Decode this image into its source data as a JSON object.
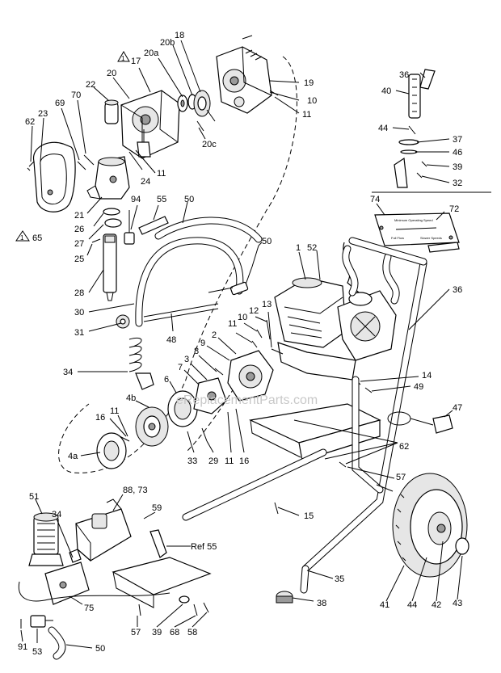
{
  "watermark": "eReplacementParts.com",
  "labels": [
    {
      "id": "62a",
      "text": "62"
    },
    {
      "id": "23",
      "text": "23"
    },
    {
      "id": "69",
      "text": "69"
    },
    {
      "id": "70",
      "text": "70"
    },
    {
      "id": "22",
      "text": "22"
    },
    {
      "id": "20",
      "text": "20"
    },
    {
      "id": "17",
      "text": "17"
    },
    {
      "id": "20a",
      "text": "20a"
    },
    {
      "id": "20b",
      "text": "20b"
    },
    {
      "id": "18",
      "text": "18"
    },
    {
      "id": "19",
      "text": "19"
    },
    {
      "id": "10a",
      "text": "10"
    },
    {
      "id": "11a",
      "text": "11"
    },
    {
      "id": "20c",
      "text": "20c"
    },
    {
      "id": "24",
      "text": "24"
    },
    {
      "id": "11b",
      "text": "11"
    },
    {
      "id": "21",
      "text": "21"
    },
    {
      "id": "65",
      "text": "65"
    },
    {
      "id": "26",
      "text": "26"
    },
    {
      "id": "27",
      "text": "27"
    },
    {
      "id": "25",
      "text": "25"
    },
    {
      "id": "94",
      "text": "94"
    },
    {
      "id": "55",
      "text": "55"
    },
    {
      "id": "50a",
      "text": "50"
    },
    {
      "id": "50b",
      "text": "50"
    },
    {
      "id": "28",
      "text": "28"
    },
    {
      "id": "30",
      "text": "30"
    },
    {
      "id": "31",
      "text": "31"
    },
    {
      "id": "48",
      "text": "48"
    },
    {
      "id": "34a",
      "text": "34"
    },
    {
      "id": "4b",
      "text": "4b"
    },
    {
      "id": "16a",
      "text": "16"
    },
    {
      "id": "11c",
      "text": "11"
    },
    {
      "id": "4a",
      "text": "4a"
    },
    {
      "id": "6",
      "text": "6"
    },
    {
      "id": "7",
      "text": "7"
    },
    {
      "id": "3",
      "text": "3"
    },
    {
      "id": "8",
      "text": "8"
    },
    {
      "id": "9",
      "text": "9"
    },
    {
      "id": "2",
      "text": "2"
    },
    {
      "id": "11d",
      "text": "11"
    },
    {
      "id": "10b",
      "text": "10"
    },
    {
      "id": "12",
      "text": "12"
    },
    {
      "id": "13",
      "text": "13"
    },
    {
      "id": "1",
      "text": "1"
    },
    {
      "id": "52",
      "text": "52"
    },
    {
      "id": "33",
      "text": "33"
    },
    {
      "id": "29",
      "text": "29"
    },
    {
      "id": "11e",
      "text": "11"
    },
    {
      "id": "16b",
      "text": "16"
    },
    {
      "id": "36a",
      "text": "36"
    },
    {
      "id": "40",
      "text": "40"
    },
    {
      "id": "44a",
      "text": "44"
    },
    {
      "id": "37",
      "text": "37"
    },
    {
      "id": "46",
      "text": "46"
    },
    {
      "id": "39a",
      "text": "39"
    },
    {
      "id": "32",
      "text": "32"
    },
    {
      "id": "74",
      "text": "74"
    },
    {
      "id": "72",
      "text": "72"
    },
    {
      "id": "36b",
      "text": "36"
    },
    {
      "id": "14",
      "text": "14"
    },
    {
      "id": "49",
      "text": "49"
    },
    {
      "id": "47",
      "text": "47"
    },
    {
      "id": "62b",
      "text": "62"
    },
    {
      "id": "57a",
      "text": "57"
    },
    {
      "id": "15",
      "text": "15"
    },
    {
      "id": "51",
      "text": "51"
    },
    {
      "id": "34b",
      "text": "34"
    },
    {
      "id": "88_73",
      "text": "88, 73"
    },
    {
      "id": "59",
      "text": "59"
    },
    {
      "id": "ref55",
      "text": "Ref 55"
    },
    {
      "id": "75",
      "text": "75"
    },
    {
      "id": "57b",
      "text": "57"
    },
    {
      "id": "39b",
      "text": "39"
    },
    {
      "id": "68",
      "text": "68"
    },
    {
      "id": "58",
      "text": "58"
    },
    {
      "id": "91",
      "text": "91"
    },
    {
      "id": "53",
      "text": "53"
    },
    {
      "id": "50c",
      "text": "50"
    },
    {
      "id": "35",
      "text": "35"
    },
    {
      "id": "38",
      "text": "38"
    },
    {
      "id": "41",
      "text": "41"
    },
    {
      "id": "44b",
      "text": "44"
    },
    {
      "id": "42",
      "text": "42"
    },
    {
      "id": "43",
      "text": "43"
    }
  ],
  "warning_marks": [
    {
      "id": "w17",
      "text": "1"
    },
    {
      "id": "w65",
      "text": "1"
    }
  ],
  "decal_text": {
    "title": "Minimum Operating Speed",
    "left_caption": "Full Flow",
    "right_caption": "Slower Speeds"
  }
}
